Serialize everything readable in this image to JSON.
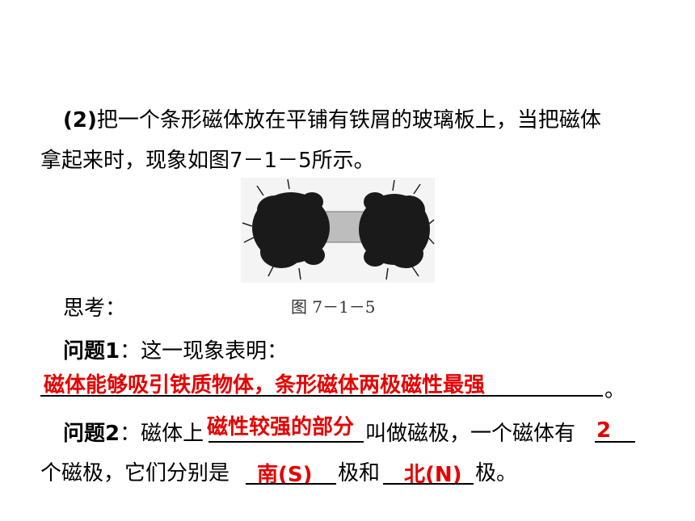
{
  "paragraph": {
    "part_label": "(2)",
    "line1": "把一个条形磁体放在平铺有铁屑的玻璃板上，当把磁体",
    "line2": "拿起来时，现象如图7－1－5所示。"
  },
  "figure": {
    "caption": "图 7－1－5"
  },
  "think": {
    "label": "思考："
  },
  "q1": {
    "label": "问题1",
    "text": "：这一现象表明：",
    "answer": "磁体能够吸引铁质物体，条形磁体两极磁性最强",
    "end": "。"
  },
  "q2": {
    "label": "问题2",
    "text_a": "：磁体上",
    "answer_a": "磁性较强的部分",
    "text_b": "叫做磁极，一个磁体有",
    "answer_b": "2",
    "text_c": "个磁极，它们分别是",
    "answer_c": "南(S)",
    "text_d": "极和",
    "answer_d": "北(N)",
    "text_e": "极。"
  },
  "colors": {
    "answer": "#e60000",
    "text": "#000000"
  }
}
